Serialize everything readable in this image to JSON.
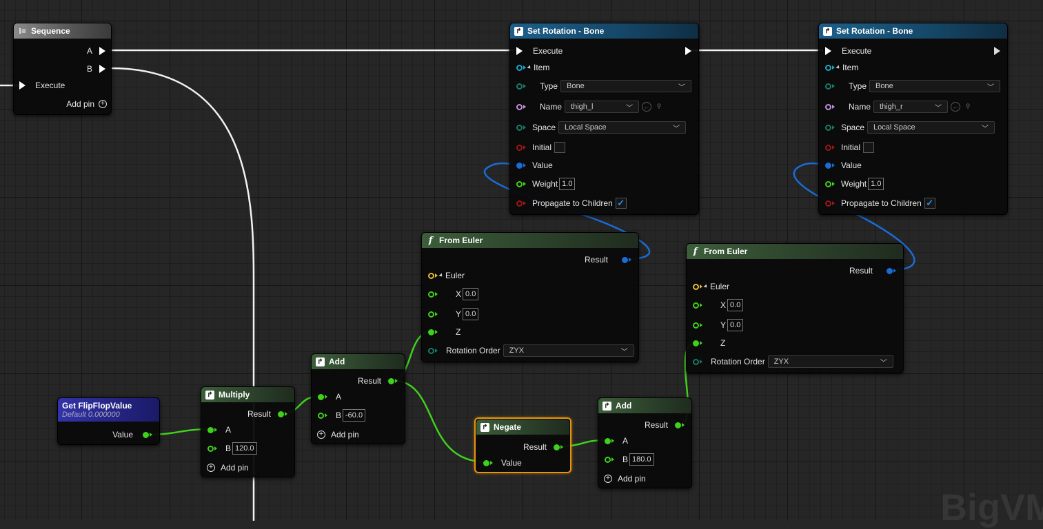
{
  "sequence": {
    "title": "Sequence",
    "pin_a": "A",
    "pin_b": "B",
    "execute": "Execute",
    "add_pin": "Add pin"
  },
  "set_rot_1": {
    "title": "Set Rotation - Bone",
    "execute": "Execute",
    "item": "Item",
    "type_label": "Type",
    "type_value": "Bone",
    "name_label": "Name",
    "name_value": "thigh_l",
    "space_label": "Space",
    "space_value": "Local Space",
    "initial": "Initial",
    "value": "Value",
    "weight_label": "Weight",
    "weight_value": "1.0",
    "propagate": "Propagate to Children",
    "propagate_checked": true
  },
  "set_rot_2": {
    "title": "Set Rotation - Bone",
    "execute": "Execute",
    "item": "Item",
    "type_label": "Type",
    "type_value": "Bone",
    "name_label": "Name",
    "name_value": "thigh_r",
    "space_label": "Space",
    "space_value": "Local Space",
    "initial": "Initial",
    "value": "Value",
    "weight_label": "Weight",
    "weight_value": "1.0",
    "propagate": "Propagate to Children",
    "propagate_checked": true
  },
  "from_euler_1": {
    "title": "From Euler",
    "result": "Result",
    "euler": "Euler",
    "x_label": "X",
    "x_value": "0.0",
    "y_label": "Y",
    "y_value": "0.0",
    "z_label": "Z",
    "rot_order_label": "Rotation Order",
    "rot_order_value": "ZYX"
  },
  "from_euler_2": {
    "title": "From Euler",
    "result": "Result",
    "euler": "Euler",
    "x_label": "X",
    "x_value": "0.0",
    "y_label": "Y",
    "y_value": "0.0",
    "z_label": "Z",
    "rot_order_label": "Rotation Order",
    "rot_order_value": "ZYX"
  },
  "get_flipflop": {
    "title": "Get FlipFlopValue",
    "subtitle": "Default 0.000000",
    "value": "Value"
  },
  "multiply": {
    "title": "Multiply",
    "result": "Result",
    "a": "A",
    "b": "B",
    "b_value": "120.0",
    "add_pin": "Add pin"
  },
  "add_1": {
    "title": "Add",
    "result": "Result",
    "a": "A",
    "b": "B",
    "b_value": "-60.0",
    "add_pin": "Add pin"
  },
  "negate": {
    "title": "Negate",
    "result": "Result",
    "value": "Value"
  },
  "add_2": {
    "title": "Add",
    "result": "Result",
    "a": "A",
    "b": "B",
    "b_value": "180.0",
    "add_pin": "Add pin"
  },
  "watermark": "BigVM",
  "colors": {
    "exec": "#ffffff",
    "float": "#3fd11c",
    "rotation": "#1a6cd6",
    "struct": "#1aa7c8",
    "byte": "#1a7a6a",
    "name": "#c58ee0",
    "bool": "#a0141a",
    "vector": "#e8b83a",
    "selection": "#e8930c"
  }
}
